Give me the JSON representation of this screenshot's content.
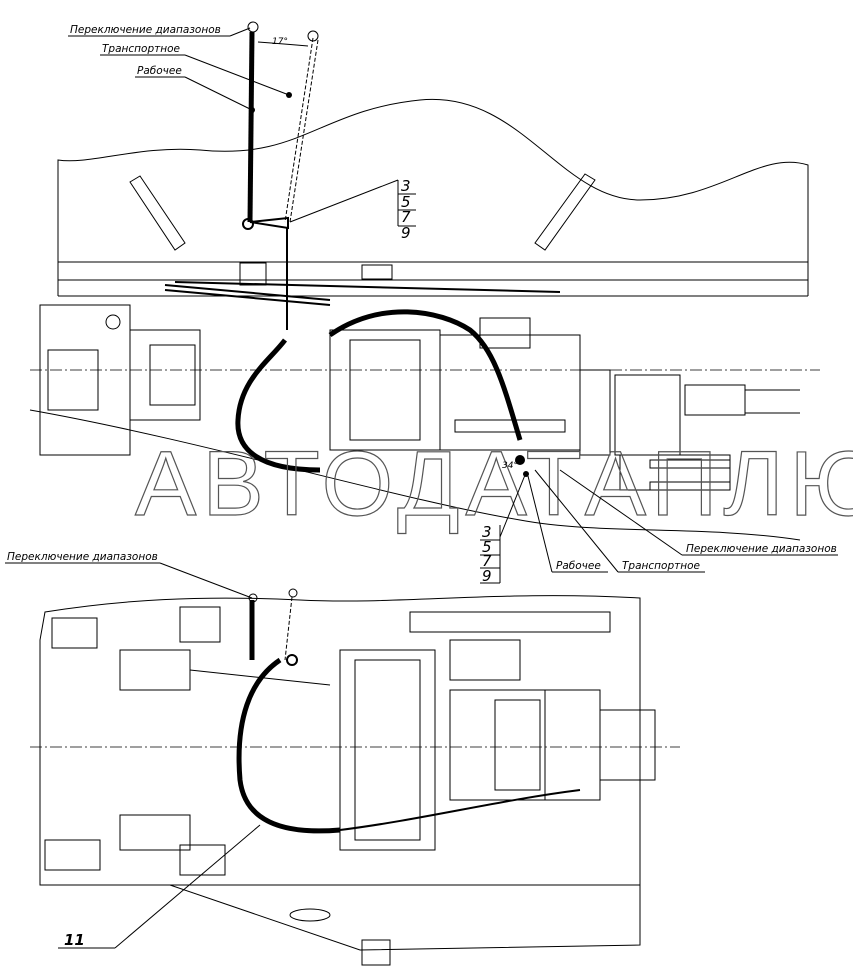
{
  "top_view": {
    "label_range_switch": "Переключение диапазонов",
    "label_transport": "Транспортное",
    "label_working": "Рабочее",
    "angle": "17°",
    "positions": [
      "3",
      "5",
      "7",
      "9"
    ]
  },
  "middle_callouts": {
    "angle": "34°",
    "positions": [
      "3",
      "5",
      "7",
      "9"
    ],
    "label_working": "Рабочее",
    "label_transport": "Транспортное",
    "label_range_switch": "Переключение диапазонов"
  },
  "bottom_view": {
    "label_range_switch": "Переключение диапазонов",
    "item_number": "11"
  },
  "watermark": "АВТОДАТАПЛЮС"
}
